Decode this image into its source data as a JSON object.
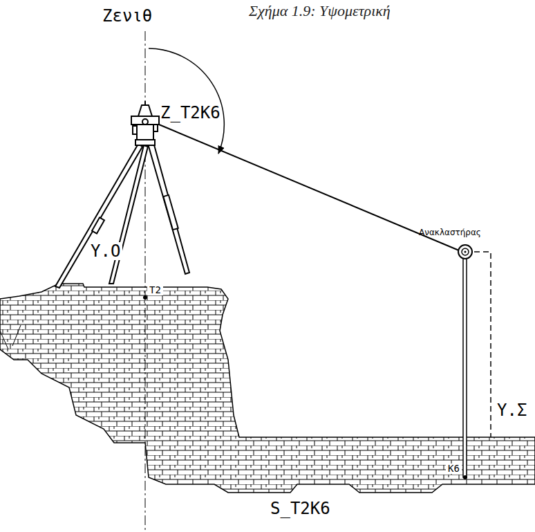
{
  "diagram": {
    "caption": "Σχήμα 1.9: Υψομετρική",
    "labels": [
      "Ζενιθ",
      "Ζ_Τ2Κ6",
      "Υ.Ο",
      "Ανακλαστήρας",
      "Τ2",
      "Υ.Σ",
      "Κ6",
      "S_Τ2Κ6"
    ]
  }
}
